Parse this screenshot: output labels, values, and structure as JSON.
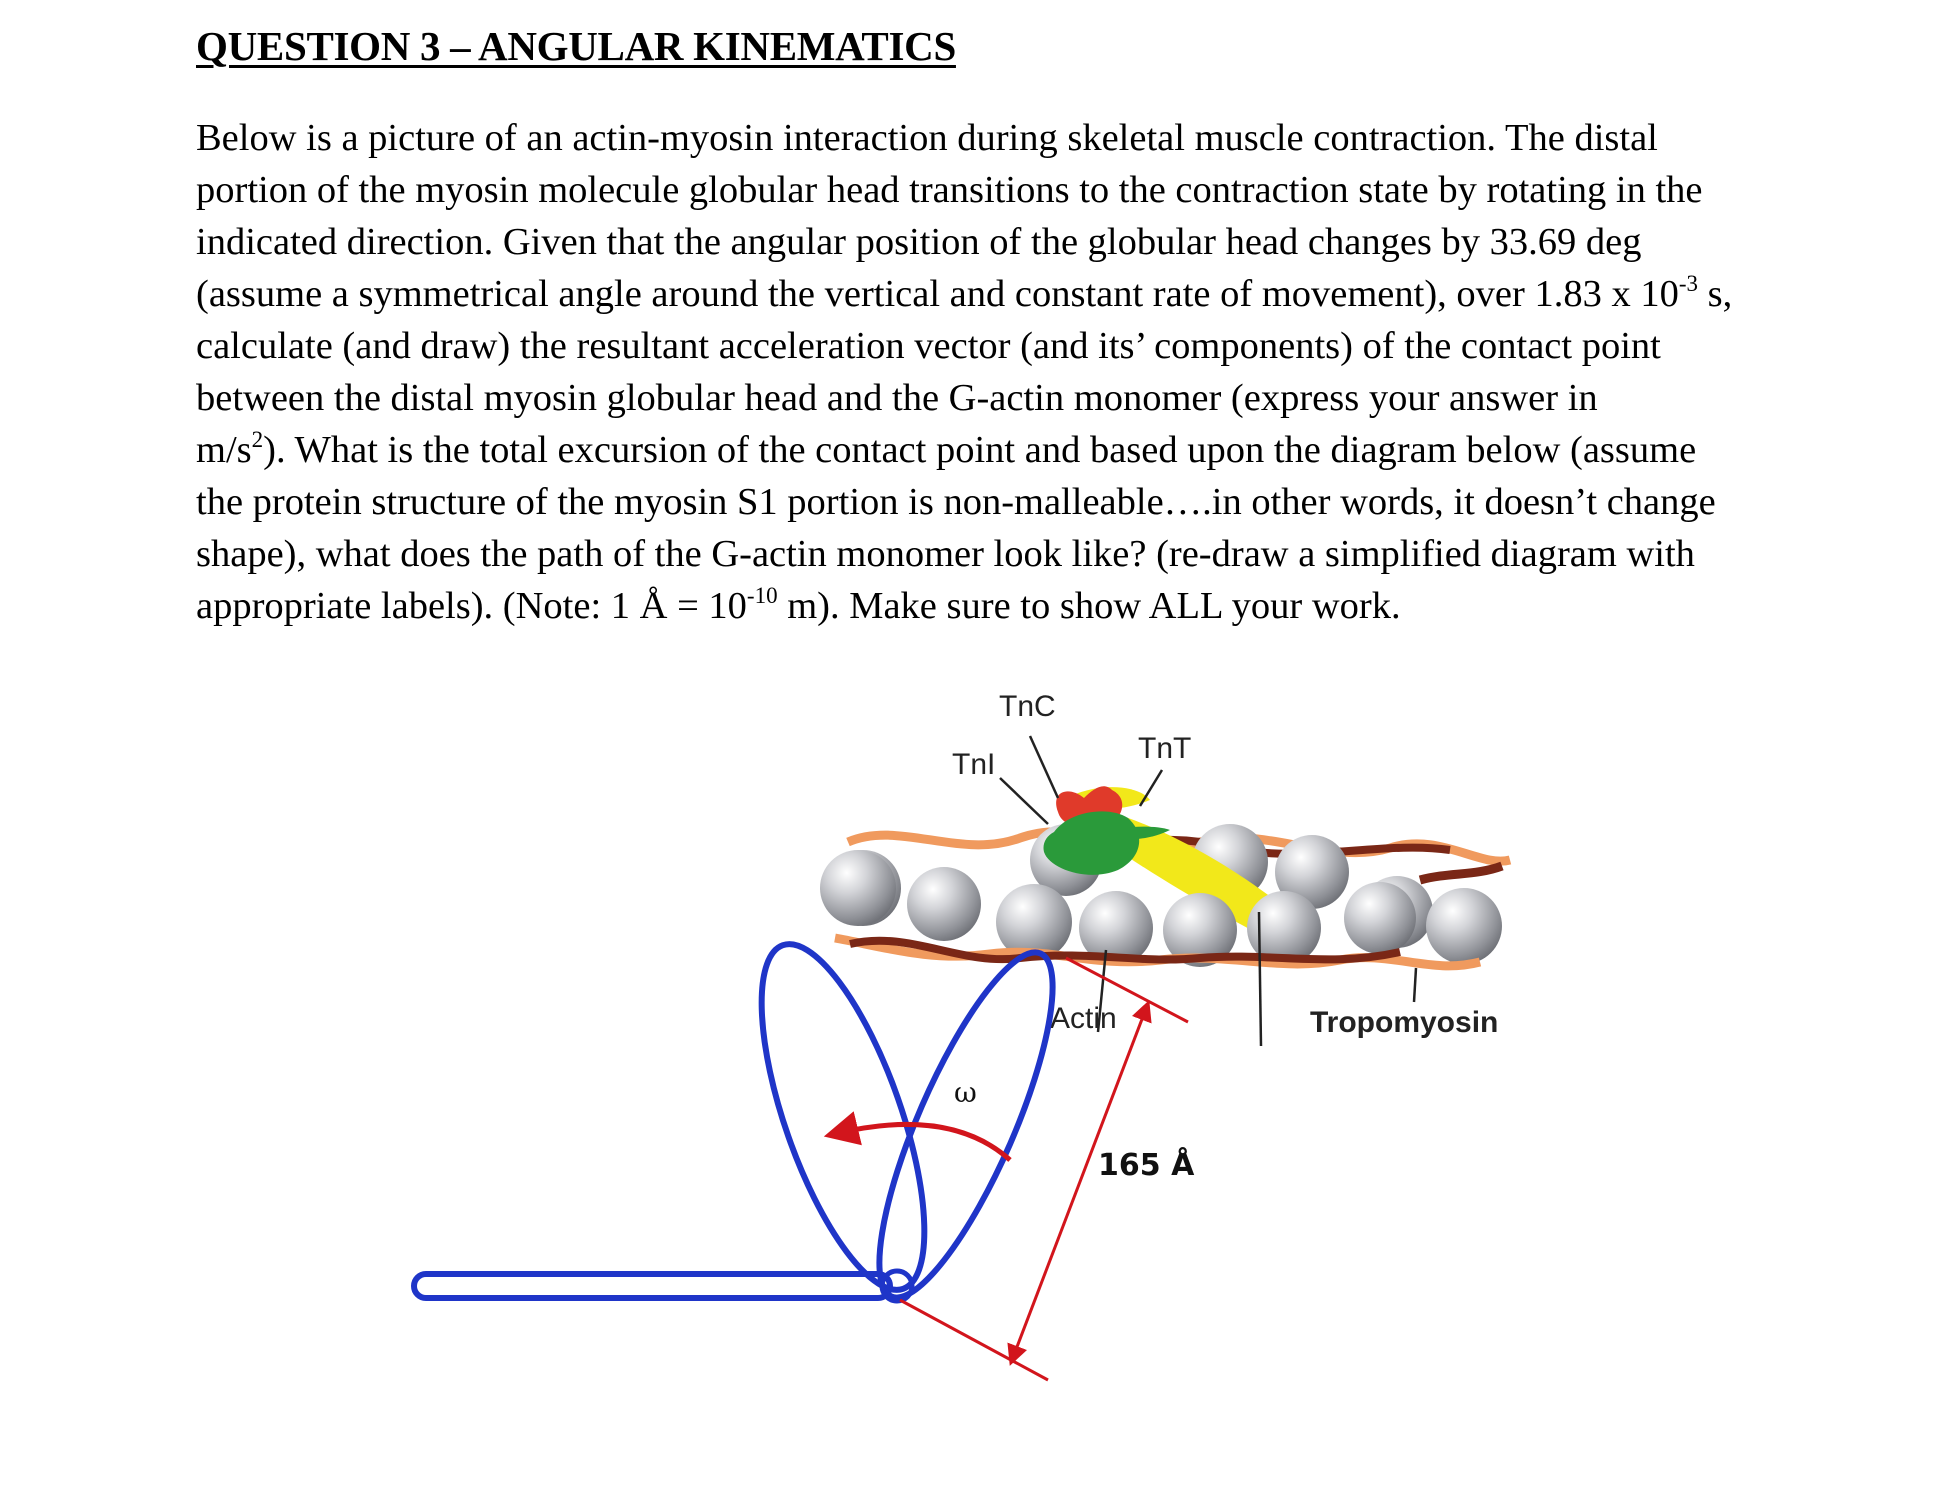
{
  "question": {
    "heading": "QUESTION 3 – ANGULAR KINEMATICS",
    "lines": [
      {
        "text": "Below is a picture of an actin-myosin interaction during skeletal muscle contraction.  The distal"
      },
      {
        "text": "portion of the myosin molecule globular head transitions to the contraction state by rotating in the"
      },
      {
        "text": "indicated direction.  Given that the angular position of the globular head changes by 33.69 deg"
      },
      {
        "text": "(assume a symmetrical angle around the vertical and constant rate of movement), over 1.83 x 10",
        "sup": "-3",
        "after": " s,"
      },
      {
        "text": "calculate (and draw) the resultant acceleration vector (and its’ components) of the contact point"
      },
      {
        "text": "between the distal myosin globular head and the G-actin monomer (express your answer in"
      },
      {
        "text": "m/s",
        "sup": "2",
        "after": ").  What is the total excursion of the contact point and based upon the diagram below (assume"
      },
      {
        "text": "the protein structure of the myosin S1 portion is non-malleable….in other words, it doesn’t change"
      },
      {
        "text": "shape), what does the path of the G-actin monomer look like? (re-draw a simplified diagram with"
      },
      {
        "text": "appropriate labels). (Note:  1 Å = 10",
        "sup": "-10",
        "after": " m).  Make sure to show ALL your work."
      }
    ]
  },
  "figure": {
    "labels": {
      "tnc": "TnC",
      "tni": "TnI",
      "tnt": "TnT",
      "actin": "Actin",
      "tropomyosin": "Tropomyosin",
      "omega": "ω",
      "length": "165 Å"
    },
    "colors": {
      "myosin_outline": "#1f35c8",
      "rotation_arrow": "#d2151c",
      "dimension_line": "#d2151c",
      "actin_sphere": "#a8aab0",
      "tropomyosin_dark": "#7a2716",
      "tropomyosin_light": "#f09a5e",
      "tnc": "#f2e81a",
      "tni": "#e03a2a",
      "tnt": "#2a9a3a"
    }
  }
}
